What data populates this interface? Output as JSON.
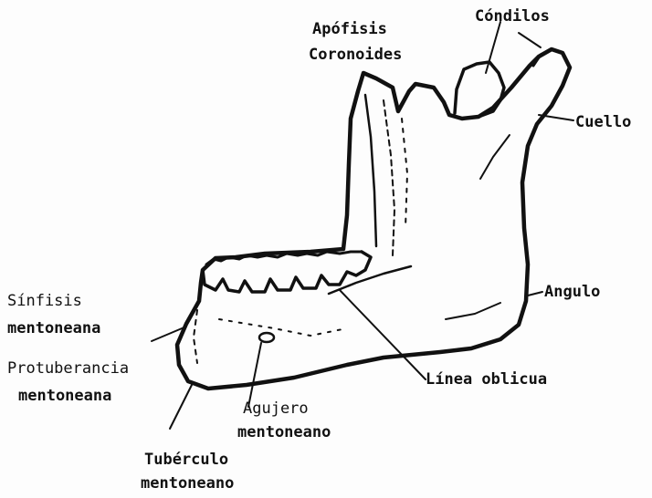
{
  "labels": {
    "apofisis_line1": "Apófisis",
    "apofisis_line2": "Coronoides",
    "condilos": "Cóndilos",
    "cuello": "Cuello",
    "angulo": "Angulo",
    "linea_oblicua": "Línea oblicua",
    "sinfisis_line1": "Sínfisis",
    "sinfisis_line2": "mentoneana",
    "protuberancia_line1": "Protuberancia",
    "protuberancia_line2": "mentoneana",
    "agujero_line1": "Agujero",
    "agujero_line2": "mentoneano",
    "tuberculo_line1": "Tubérculo",
    "tuberculo_line2": "mentoneano"
  },
  "colors": {
    "ink": "#111111",
    "paper": "#fdfdfd"
  }
}
